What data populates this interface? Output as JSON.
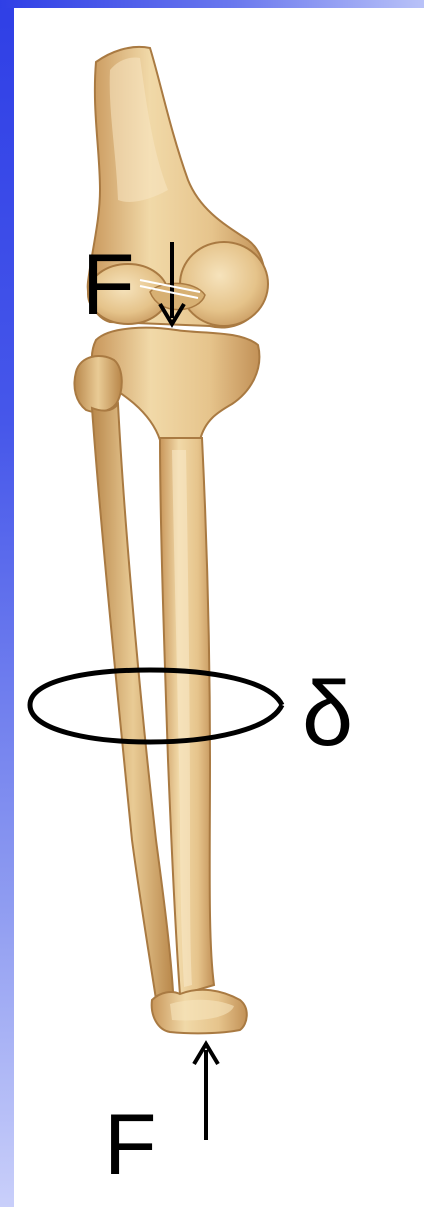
{
  "labels": {
    "force_top": "F",
    "torsion": "δ",
    "force_bottom": "F"
  },
  "colors": {
    "bone_light": "#f4deb0",
    "bone_mid": "#e2bf86",
    "bone_shadow": "#c69a5a",
    "bone_outline": "#b08048",
    "annotation": "#000000",
    "frame_accent": "#2f3fe6"
  },
  "icons": {
    "force_top_arrow": "arrow-down-icon",
    "force_bottom_arrow": "arrow-up-icon",
    "torsion_ring": "ellipse-ring-icon"
  }
}
